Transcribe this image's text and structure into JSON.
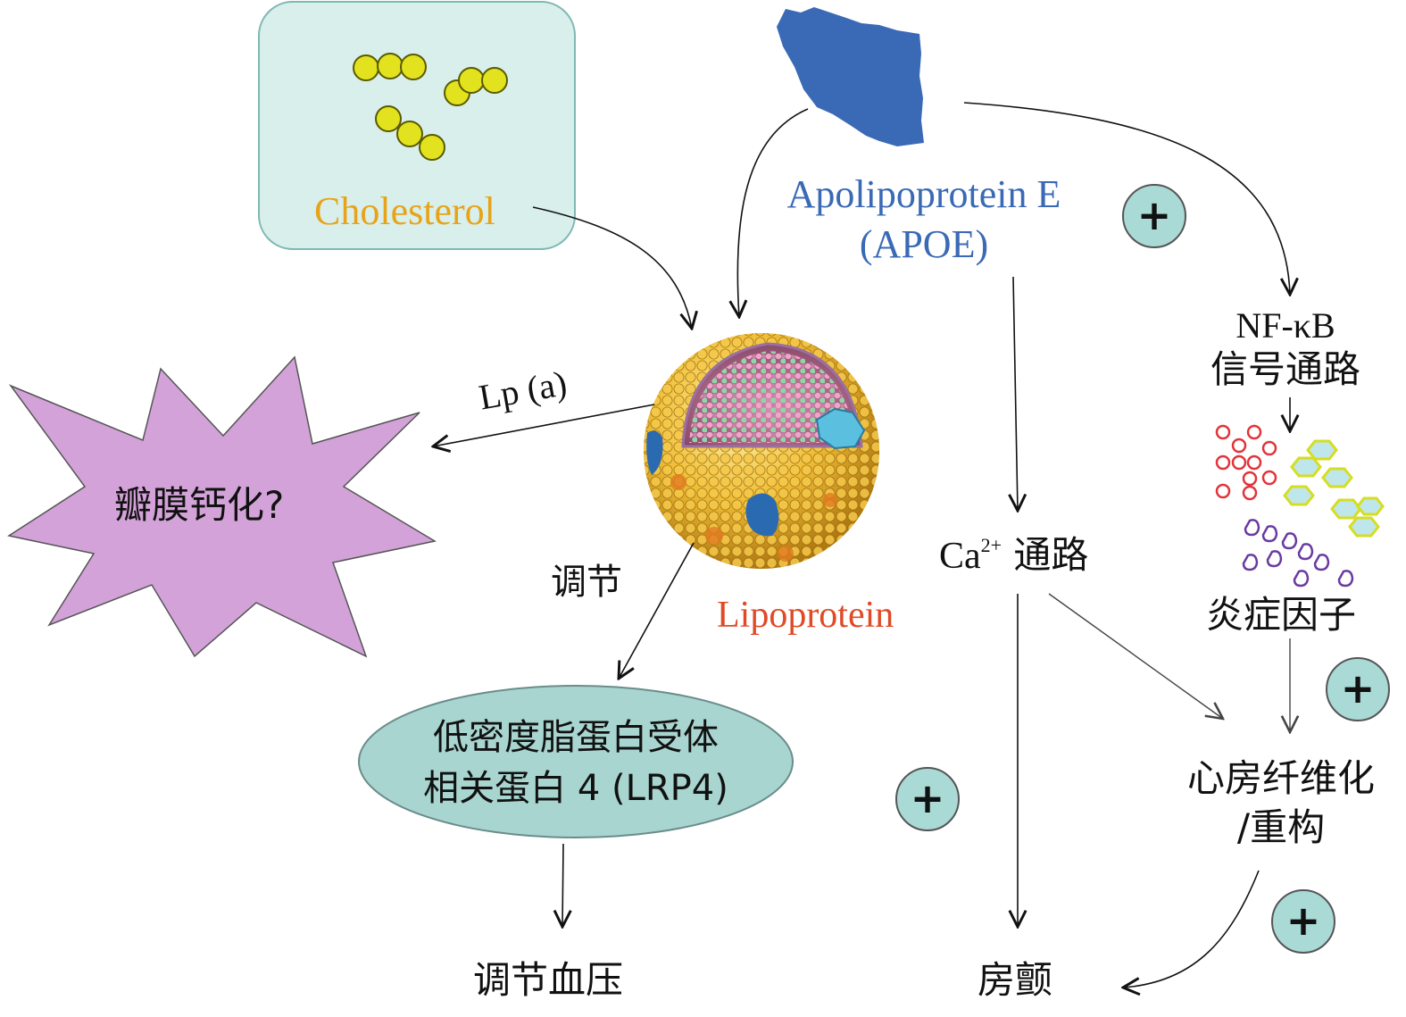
{
  "nodes": {
    "cholesterol": "Cholesterol",
    "apoe_line1": "Apolipoprotein E",
    "apoe_line2": "(APOE)",
    "lipoprotein": "Lipoprotein",
    "calcification": "瓣膜钙化?",
    "lpa": "Lp (a)",
    "regulate": "调节",
    "lrp4_line1": "低密度脂蛋白受体",
    "lrp4_line2": "相关蛋白 4 (LRP4)",
    "blood_pressure": "调节血压",
    "ca_prefix": "Ca",
    "ca_sup": "2+",
    "ca_suffix": " 通路",
    "nfkb_line1": "NF-κB",
    "nfkb_line2": "信号通路",
    "inflammatory": "炎症因子",
    "fibrosis_line1": "心房纤维化",
    "fibrosis_line2": "/重构",
    "af": "房颤"
  },
  "plus_sign": "+",
  "colors": {
    "cholesterol_text": "#e8a317",
    "apoe_text": "#3a6ab5",
    "lipoprotein_text": "#e04a26",
    "apoe_shape": "#3a6ab5",
    "box_fill": "#d8efec",
    "box_stroke": "#7fb8b3",
    "star_fill": "#d3a2d8",
    "ellipse_fill": "#a8d5d0",
    "plus_fill": "#a9dad6",
    "cholesterol_dot": "#e2e21e",
    "lipo_shell": "#f0be35"
  }
}
